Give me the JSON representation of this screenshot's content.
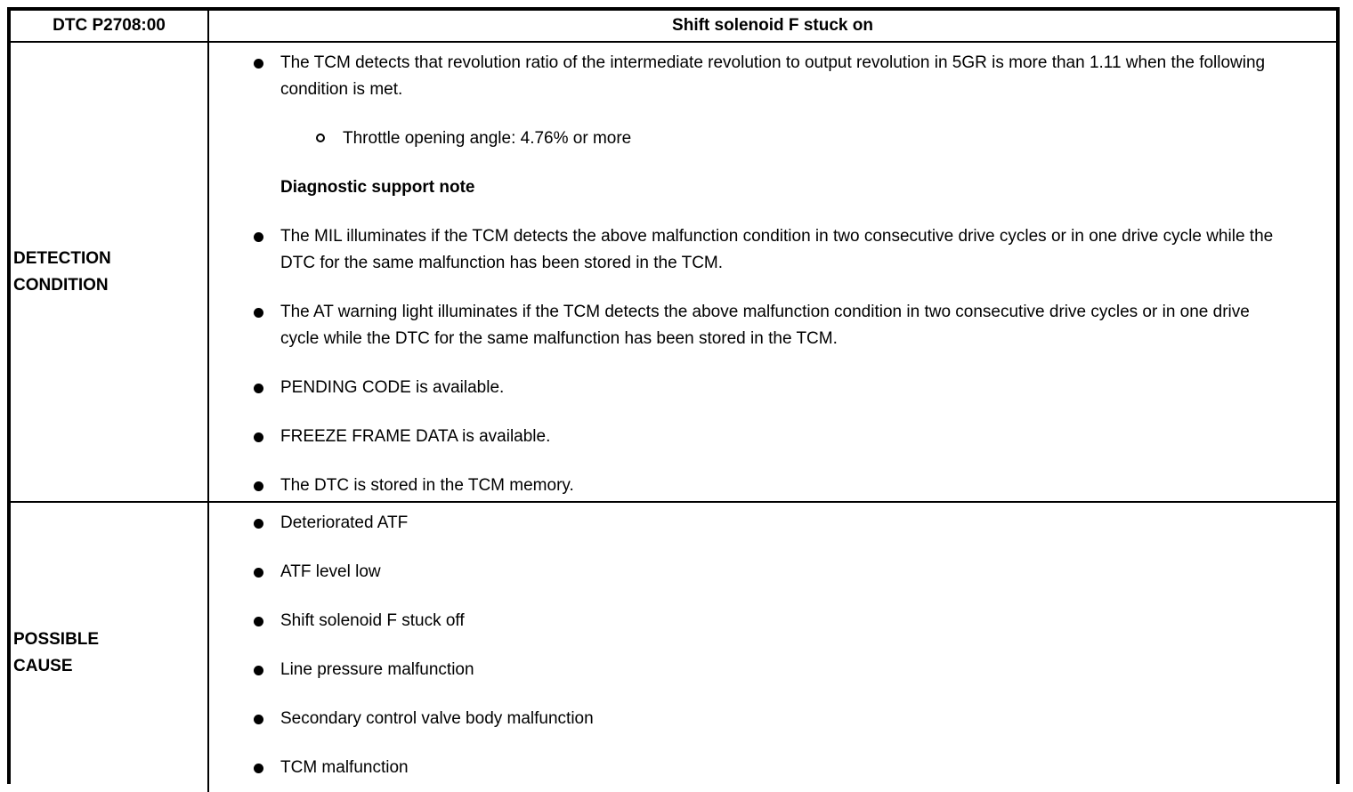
{
  "table": {
    "header": {
      "dtc_code": "DTC P2708:00",
      "title": "Shift solenoid F stuck on"
    },
    "detection": {
      "label": "DETECTION CONDITION",
      "items": [
        {
          "type": "bullet",
          "text": "The TCM detects that revolution ratio of the intermediate revolution to output revolution in 5GR is more than 1.11 when the following condition is met."
        },
        {
          "type": "sub-bullet",
          "text": "Throttle opening angle: 4.76% or more"
        },
        {
          "type": "heading",
          "text": "Diagnostic support note"
        },
        {
          "type": "bullet",
          "text": "The MIL illuminates if the TCM detects the above malfunction condition in two consecutive drive cycles or in one drive cycle while the DTC for the same malfunction has been stored in the TCM."
        },
        {
          "type": "bullet",
          "text": "The AT warning light illuminates if the TCM detects the above malfunction condition in two consecutive drive cycles or in one drive cycle while the DTC for the same malfunction has been stored in the TCM."
        },
        {
          "type": "bullet",
          "text": "PENDING CODE is available."
        },
        {
          "type": "bullet",
          "text": "FREEZE FRAME DATA is available."
        },
        {
          "type": "bullet",
          "text": "The DTC is stored in the TCM memory."
        }
      ]
    },
    "possible_cause": {
      "label": "POSSIBLE CAUSE",
      "items": [
        {
          "type": "bullet",
          "text": "Deteriorated ATF"
        },
        {
          "type": "bullet",
          "text": "ATF level low"
        },
        {
          "type": "bullet",
          "text": "Shift solenoid F stuck off"
        },
        {
          "type": "bullet",
          "text": "Line pressure malfunction"
        },
        {
          "type": "bullet",
          "text": "Secondary control valve body malfunction"
        },
        {
          "type": "bullet",
          "text": "TCM malfunction"
        }
      ]
    },
    "colors": {
      "border": "#000000",
      "text": "#000000",
      "background": "#ffffff"
    }
  }
}
